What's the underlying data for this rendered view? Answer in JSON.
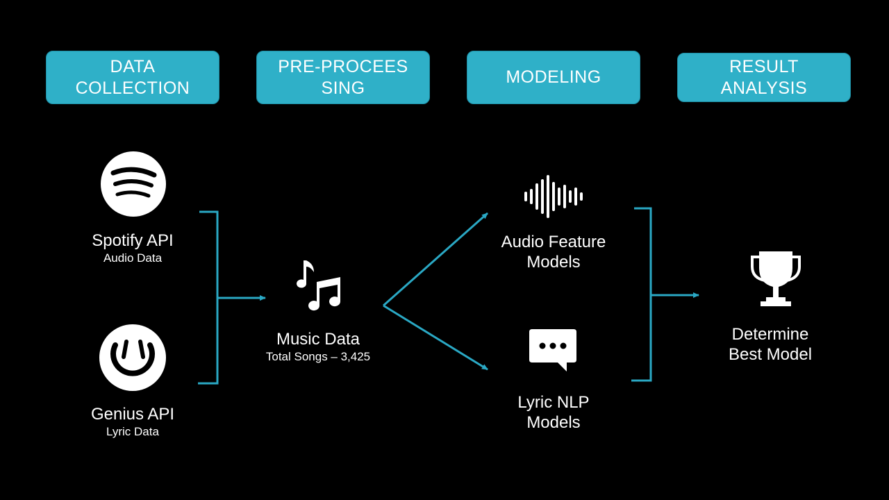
{
  "stages": [
    {
      "label": "DATA COLLECTION"
    },
    {
      "label": "PRE-PROCEESSING"
    },
    {
      "label": "MODELING"
    },
    {
      "label": "RESULT ANALYSIS"
    }
  ],
  "sources": {
    "spotify": {
      "title": "Spotify API",
      "subtitle": "Audio Data",
      "icon": "spotify-logo-icon"
    },
    "genius": {
      "title": "Genius API",
      "subtitle": "Lyric Data",
      "icon": "genius-logo-icon"
    }
  },
  "music": {
    "title": "Music Data",
    "subtitle": "Total Songs – 3,425",
    "icon": "music-notes-icon"
  },
  "models": {
    "audio": {
      "title_line1": "Audio Feature",
      "title_line2": "Models",
      "icon": "sound-wave-icon"
    },
    "lyric": {
      "title_line1": "Lyric NLP",
      "title_line2": "Models",
      "icon": "chat-bubble-icon"
    }
  },
  "result": {
    "title_line1": "Determine",
    "title_line2": "Best Model",
    "icon": "trophy-icon"
  },
  "colors": {
    "accent": "#2fb0c8",
    "connector": "#2aa8c4",
    "background": "#000000",
    "text": "#ffffff"
  }
}
